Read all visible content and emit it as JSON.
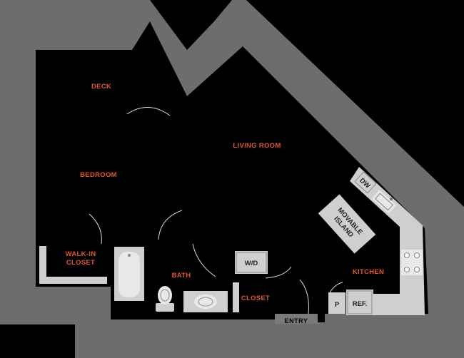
{
  "rooms": {
    "deck": "DECK",
    "living_room": "LIVING ROOM",
    "bedroom": "BEDROOM",
    "walk_in_closet_line1": "WALK-IN",
    "walk_in_closet_line2": "CLOSET",
    "bath": "BATH",
    "closet": "CLOSET",
    "kitchen": "KITCHEN"
  },
  "fixtures": {
    "dishwasher": "DW",
    "island_line1": "MOVABLE",
    "island_line2": "ISLAND",
    "washer_dryer": "W/D",
    "pantry": "P",
    "refrigerator": "REF."
  },
  "entry": "ENTRY",
  "colors": {
    "background": "#000000",
    "wall": "#6d6d6d",
    "room_label": "#e2552b",
    "fixture": "#cfcfcf"
  }
}
